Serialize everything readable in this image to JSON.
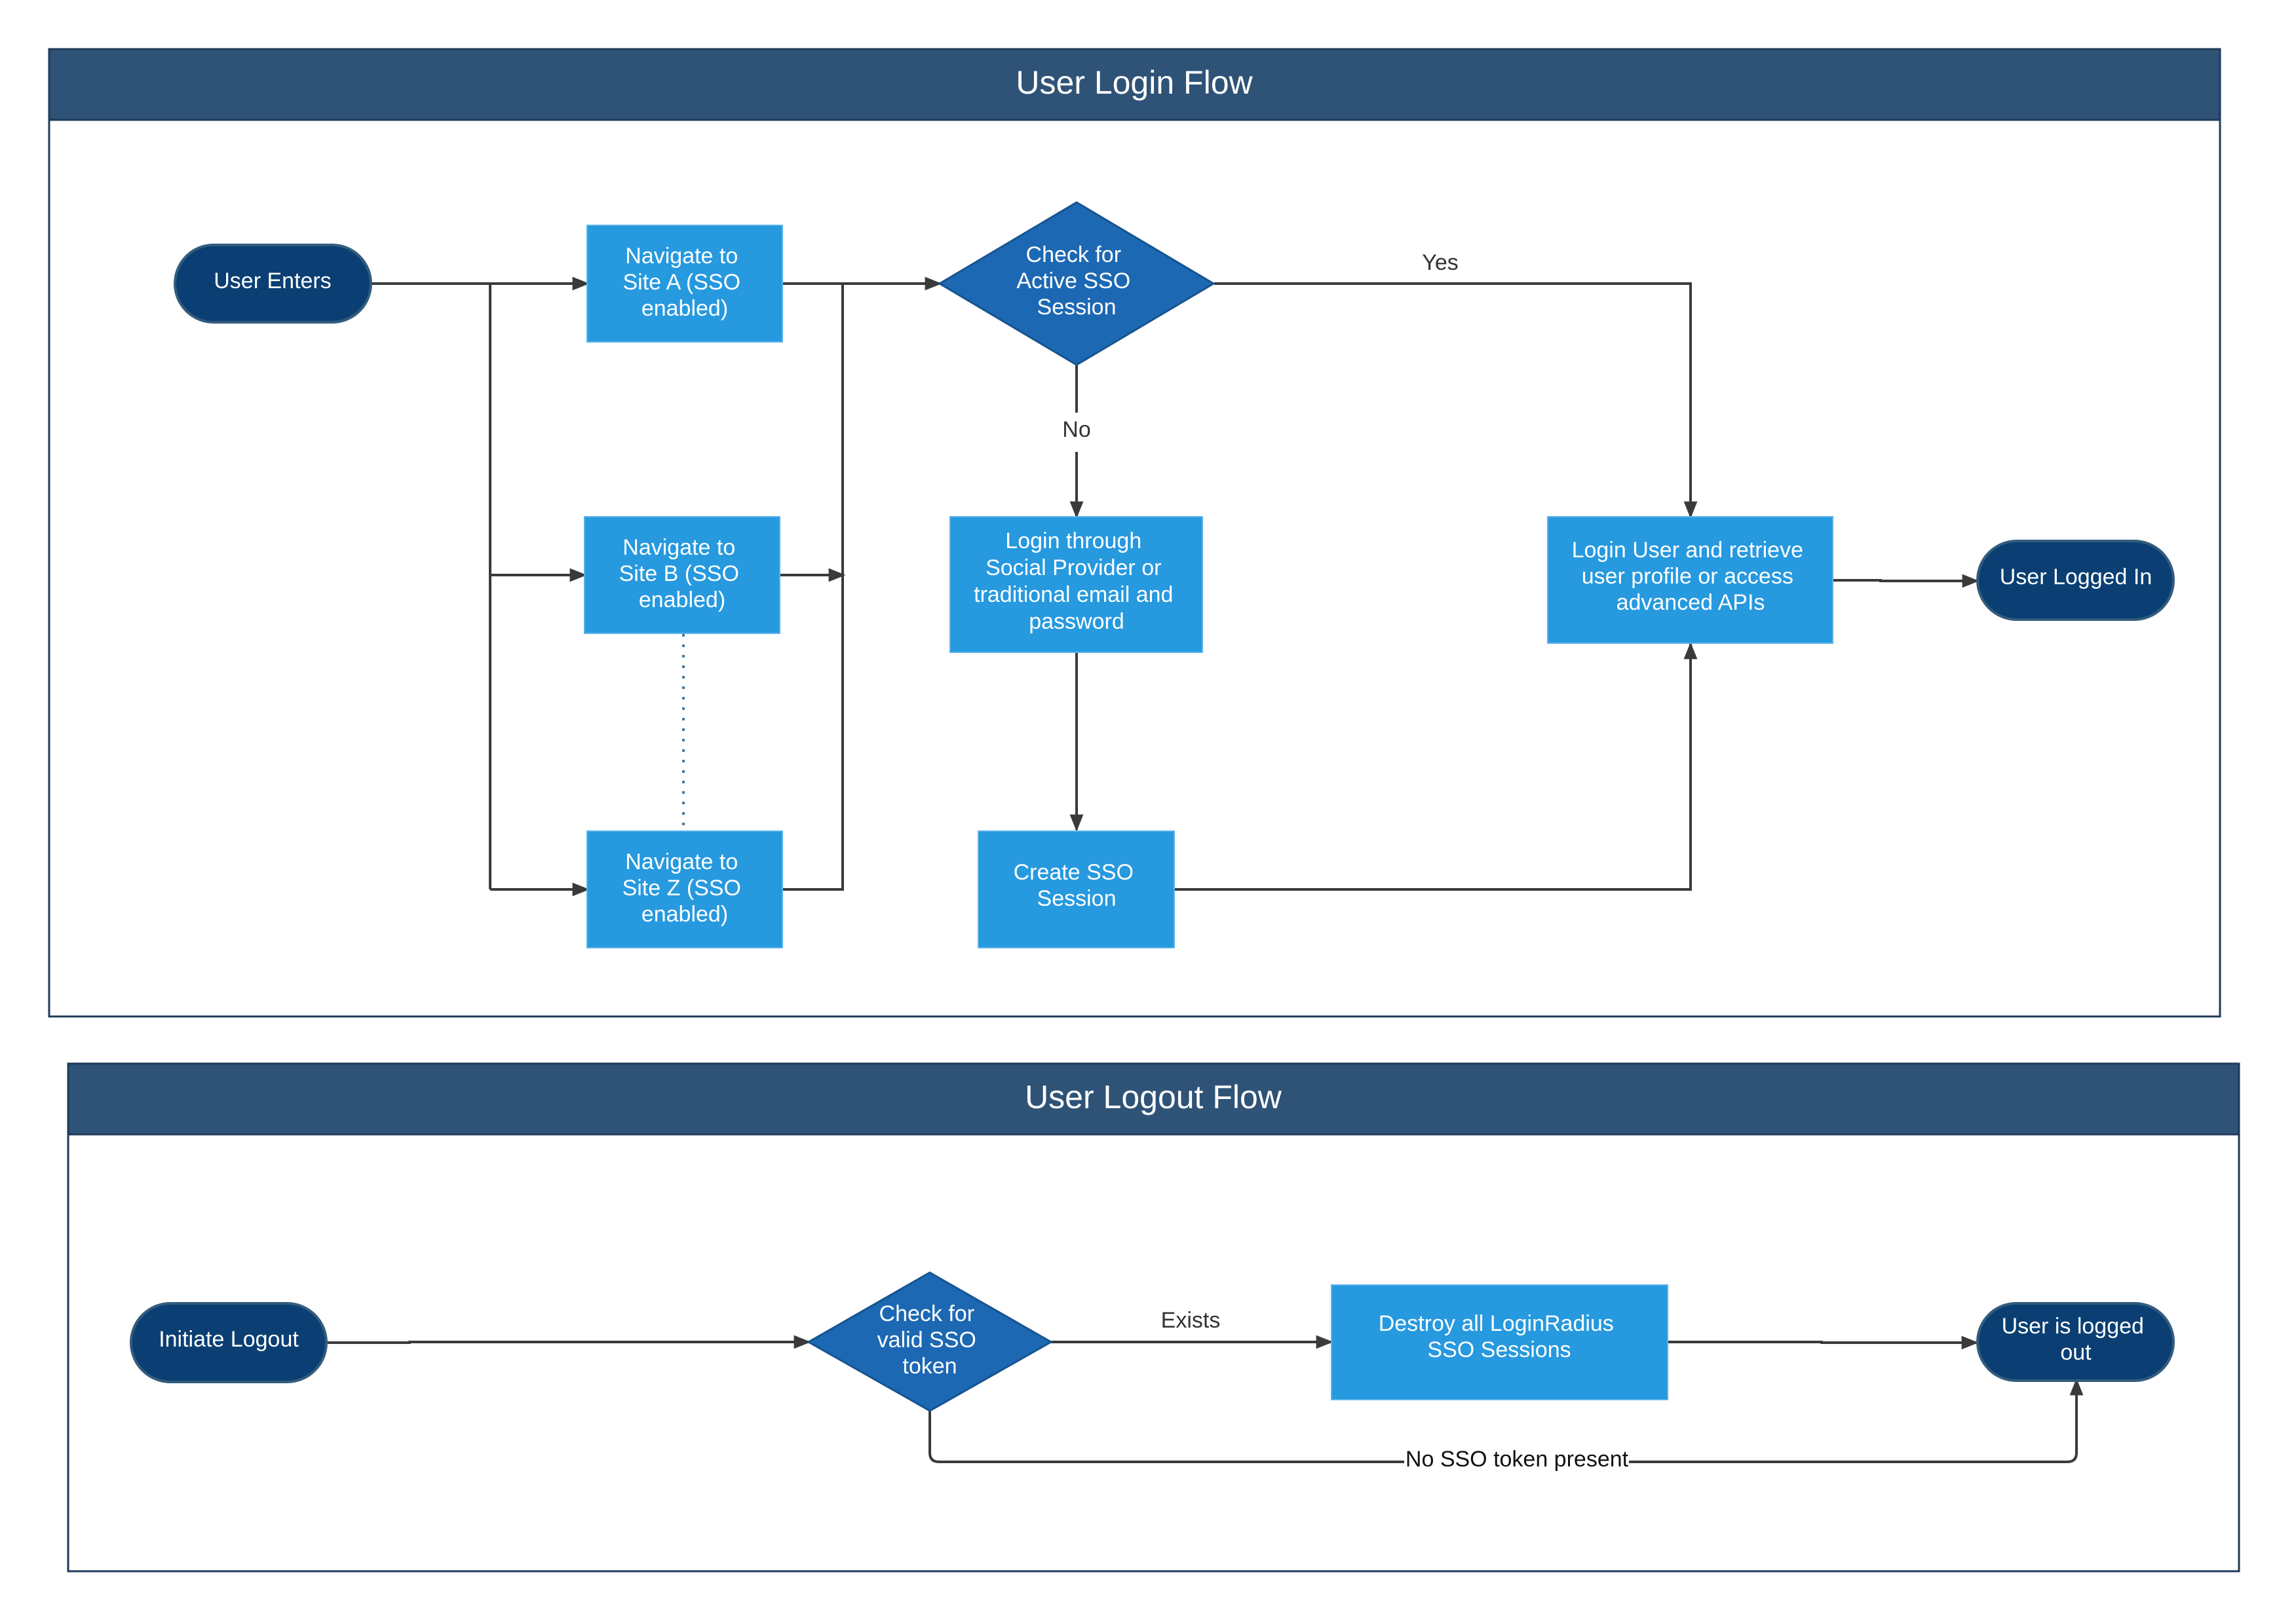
{
  "colors": {
    "header_bg": "#2f5377",
    "header_text": "#ffffff",
    "panel_border": "#1e3a5a",
    "terminal_fill": "#0b3f73",
    "terminal_stroke": "#335c7d",
    "process_fill": "#2699df",
    "decision_fill": "#1d68b3",
    "decision_stroke": "#16548f",
    "connector": "#3a3a3a"
  },
  "login_flow": {
    "title": "User Login Flow",
    "nodes": {
      "user_enters": "User Enters",
      "site_a": [
        "Navigate to",
        "Site A (SSO",
        "enabled)"
      ],
      "site_b": [
        "Navigate to",
        "Site B (SSO",
        "enabled)"
      ],
      "site_z": [
        "Navigate to",
        "Site Z (SSO",
        "enabled)"
      ],
      "check_sso": [
        "Check for",
        "Active SSO",
        "Session"
      ],
      "login_through": [
        "Login through",
        "Social Provider or",
        "traditional email and",
        "password"
      ],
      "create_session": [
        "Create SSO",
        "Session"
      ],
      "login_user": [
        "Login User and retrieve",
        "user profile or access",
        "advanced APIs"
      ],
      "logged_in": "User Logged In"
    },
    "edge_labels": {
      "yes": "Yes",
      "no": "No"
    }
  },
  "logout_flow": {
    "title": "User Logout Flow",
    "nodes": {
      "initiate": "Initiate Logout",
      "check_token": [
        "Check for",
        "valid SSO",
        "token"
      ],
      "destroy": [
        "Destroy all LoginRadius",
        "SSO Sessions"
      ],
      "logged_out": [
        "User is logged",
        "out"
      ]
    },
    "edge_labels": {
      "exists": "Exists",
      "no_token": "No SSO token present"
    }
  }
}
